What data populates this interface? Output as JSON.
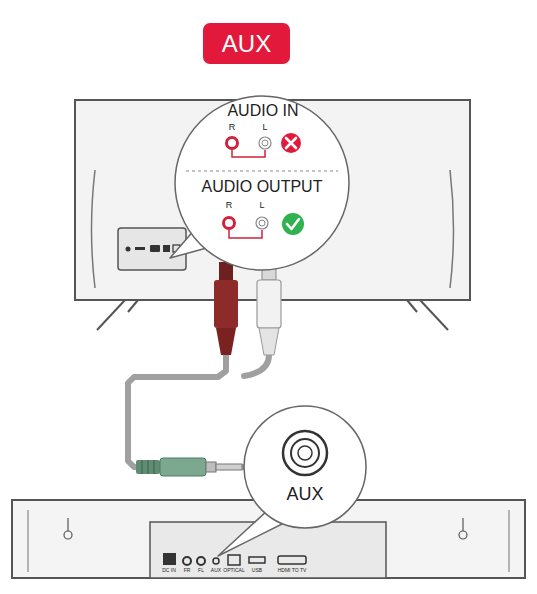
{
  "diagram": {
    "nodes": [
      {
        "text": [
          "AUX"
        ]
      },
      {
        "text": [
          "AUDIO IN",
          "R",
          "L",
          "AUDIO OUTPUT",
          "R",
          "L"
        ]
      },
      {
        "text": [
          "AUX"
        ]
      }
    ],
    "edges": [
      {
        "from": 1,
        "to": 2,
        "arrow": "none"
      }
    ],
    "labels": [
      "DC IN",
      "FR",
      "FL",
      "AUX",
      "OPTICAL",
      "USB",
      "HDMI TO TV"
    ]
  }
}
